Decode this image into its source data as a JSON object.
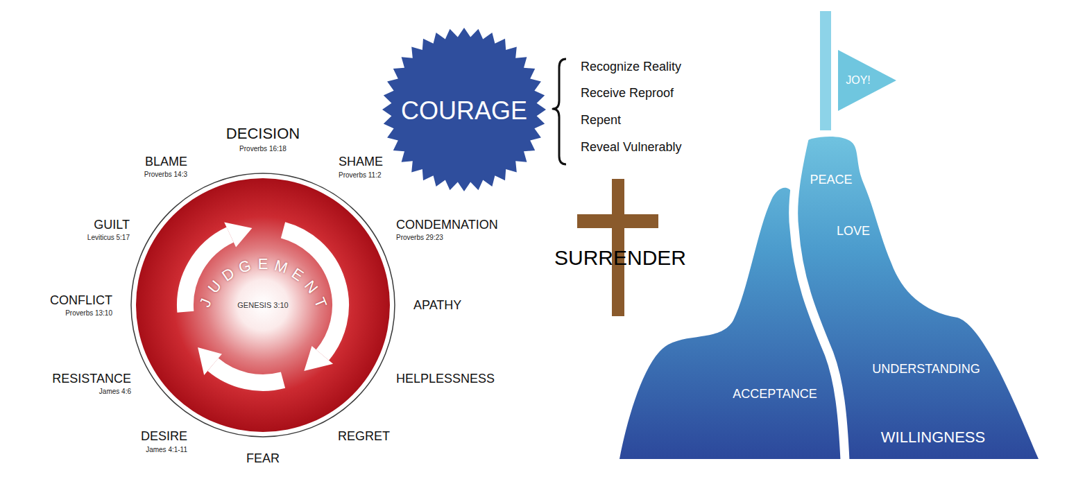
{
  "diagram": {
    "nodes": [
      {
        "text": [
          "JUDGEMENT",
          "GENESIS 3:10"
        ]
      },
      {
        "text": [
          "COURAGE"
        ]
      },
      {
        "text": [
          "SURRENDER"
        ]
      },
      {
        "text": [
          "JOY!"
        ]
      },
      {
        "text": [
          "PEACE",
          "LOVE",
          "UNDERSTANDING",
          "ACCEPTANCE",
          "WILLINGNESS"
        ]
      }
    ],
    "labels": [
      "DECISION",
      "Proverbs 16:18",
      "SHAME",
      "Proverbs 11:2",
      "CONDEMNATION",
      "Proverbs 29:23",
      "APATHY",
      "HELPLESSNESS",
      "REGRET",
      "FEAR",
      "DESIRE",
      "James 4:1-11",
      "RESISTANCE",
      "James 4:6",
      "CONFLICT",
      "Proverbs 13:10",
      "GUILT",
      "Leviticus 5:17",
      "BLAME",
      "Proverbs 14:3",
      "Recognize Reality",
      "Receive Reproof",
      "Repent",
      "Reveal Vulnerably"
    ]
  }
}
